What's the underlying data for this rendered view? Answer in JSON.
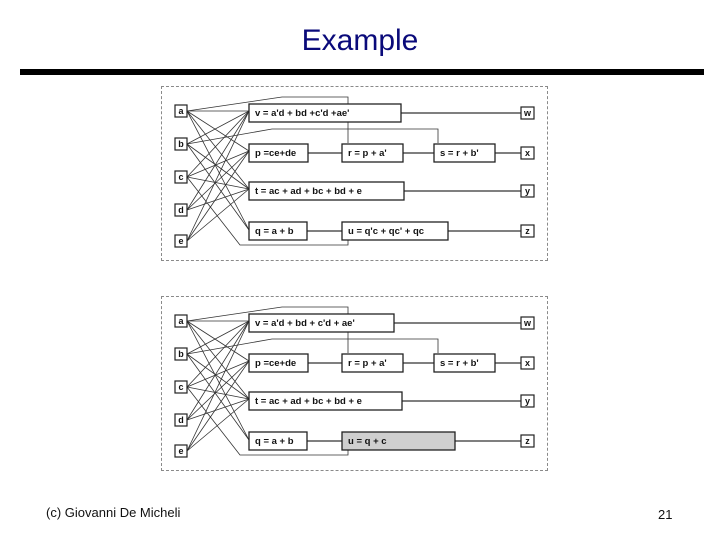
{
  "slide": {
    "title": "Example",
    "footer_left": "(c) Giovanni De Micheli",
    "page_number": "21"
  },
  "diagrams": [
    {
      "inputs": [
        "a",
        "b",
        "c",
        "d",
        "e"
      ],
      "outputs": [
        "w",
        "x",
        "y",
        "z"
      ],
      "nodes": {
        "v": "v = a'd + bd +c'd +ae'",
        "p": "p =ce+de",
        "r": "r = p + a'",
        "s": "s = r + b'",
        "t": "t = ac + ad + bc + bd + e",
        "q": "q = a + b",
        "u": "u = q'c + qc' + qc"
      }
    },
    {
      "inputs": [
        "a",
        "b",
        "c",
        "d",
        "e"
      ],
      "outputs": [
        "w",
        "x",
        "y",
        "z"
      ],
      "nodes": {
        "v": "v = a'd + bd + c'd + ae'",
        "p": "p =ce+de",
        "r": "r = p + a'",
        "s": "s = r + b'",
        "t": "t = ac + ad + bc + bd + e",
        "q": "q = a + b",
        "u": "u = q + c"
      },
      "highlighted_node": "u"
    }
  ]
}
